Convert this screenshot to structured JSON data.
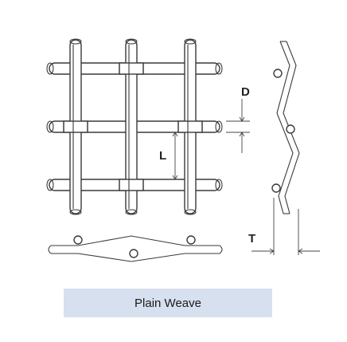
{
  "diagram": {
    "labels": {
      "d": "D",
      "l": "L",
      "t": "T"
    },
    "caption": "Plain Weave"
  }
}
